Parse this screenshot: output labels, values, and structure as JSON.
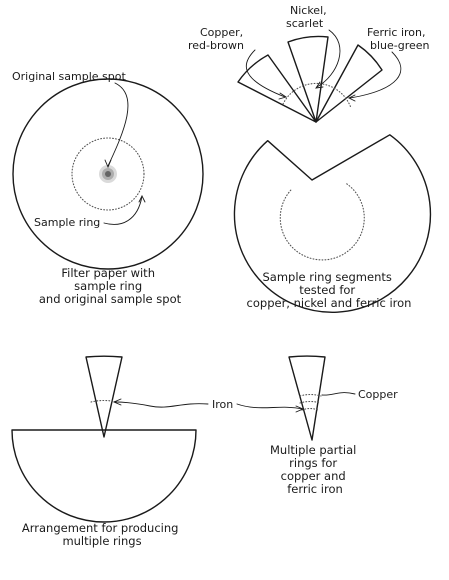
{
  "labels": {
    "original_spot": "Original sample spot",
    "sample_ring": "Sample ring",
    "copper_line1": "Copper,",
    "copper_line2": "red-brown",
    "nickel_line1": "Nickel,",
    "nickel_line2": "scarlet",
    "ferric_line1": "Ferric iron,",
    "ferric_line2": "blue-green",
    "iron": "Iron",
    "copper": "Copper"
  },
  "captions": {
    "filter_paper": [
      "Filter paper with",
      "sample ring",
      "and original sample spot"
    ],
    "segments": [
      "Sample ring segments",
      "tested for",
      "copper, nickel and ferric iron"
    ],
    "partial_rings": [
      "Multiple partial",
      "rings for",
      "copper and",
      "ferric iron"
    ],
    "arrangement": [
      "Arrangement for producing",
      "multiple rings"
    ]
  }
}
